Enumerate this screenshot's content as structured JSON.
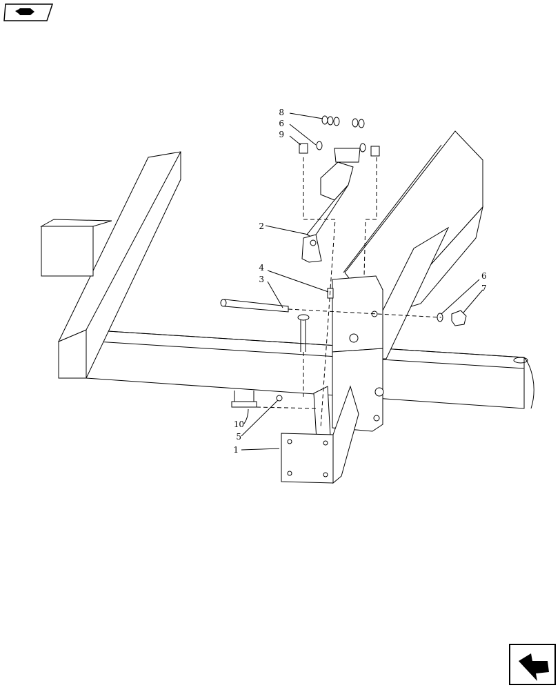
{
  "toolbar": {
    "top_button_icon": "arrow-back-icon",
    "bottom_button_icon": "arrow-back-icon"
  },
  "callouts": [
    "1",
    "2",
    "3",
    "4",
    "5",
    "6",
    "6",
    "7",
    "8",
    "9",
    "10"
  ],
  "colors": {
    "ink": "#000000",
    "paper": "#ffffff"
  }
}
